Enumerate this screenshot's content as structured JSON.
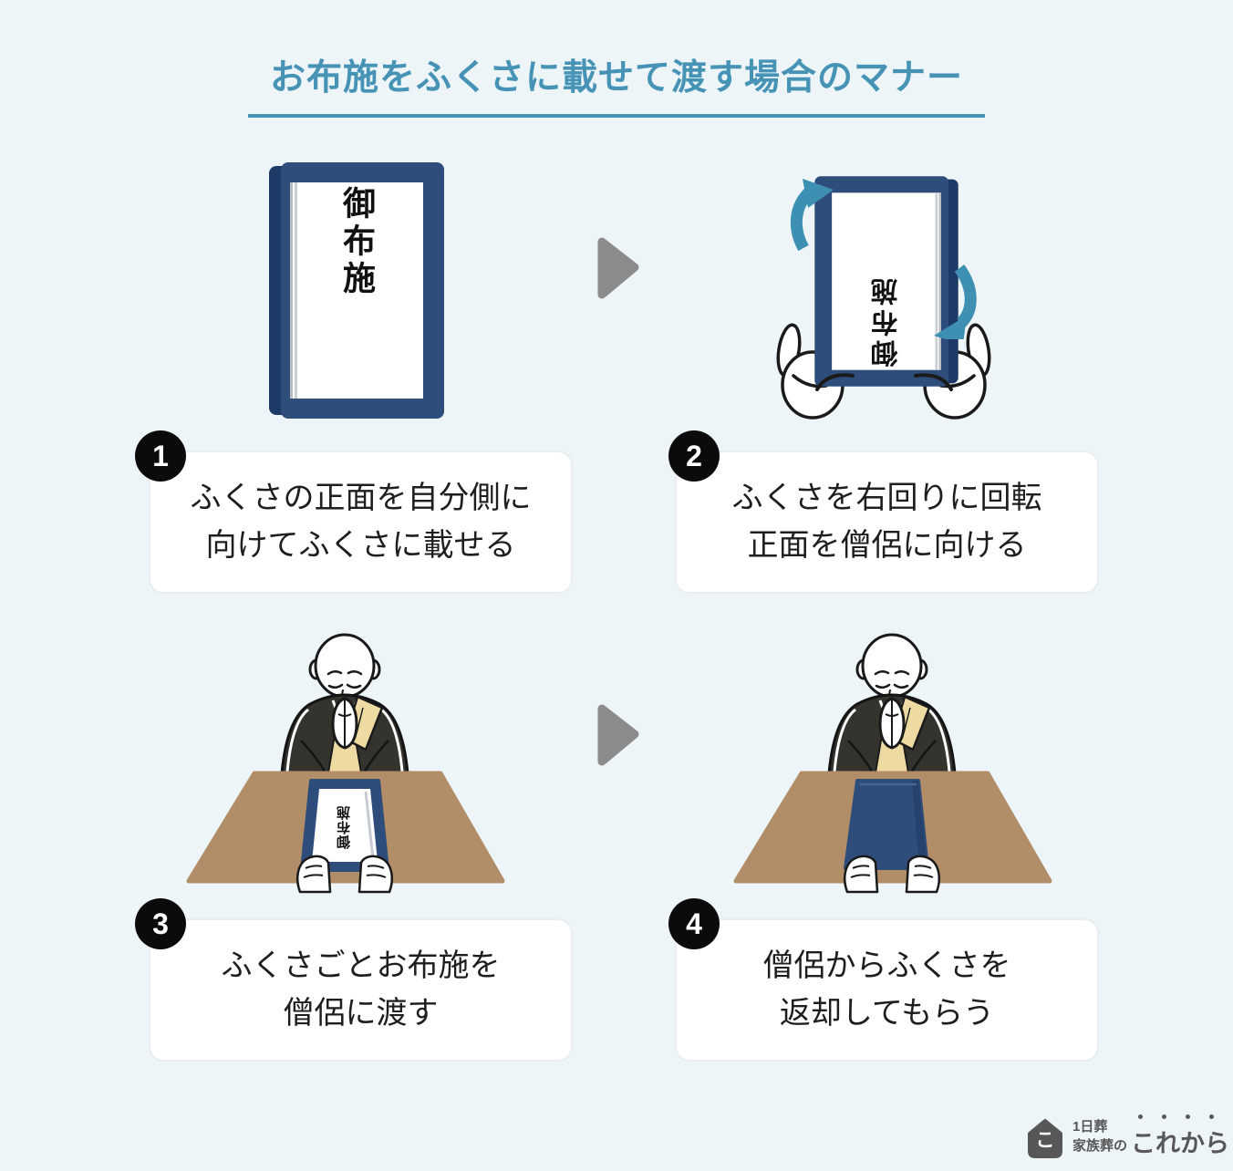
{
  "title": {
    "text": "お布施をふくさに載せて渡す場合のマナー"
  },
  "envelope": {
    "label": "御布施"
  },
  "steps": [
    {
      "num": "1",
      "line1": "ふくさの正面を自分側に",
      "line2": "向けてふくさに載せる"
    },
    {
      "num": "2",
      "line1": "ふくさを右回りに回転",
      "line2": "正面を僧侶に向ける"
    },
    {
      "num": "3",
      "line1": "ふくさごとお布施を",
      "line2": "僧侶に渡す"
    },
    {
      "num": "4",
      "line1": "僧侶からふくさを",
      "line2": "返却してもらう"
    }
  ],
  "logo": {
    "icon_char": "こ",
    "line1": "1日葬",
    "line2": "家族葬の",
    "brand": "これから"
  },
  "colors": {
    "background": "#edf5f9",
    "accent_teal": "#4693b5",
    "navy": "#2e4d7b",
    "navy_dark": "#1d3a66",
    "rotate_arrow_teal": "#3d90b2",
    "table_brown": "#b28e68",
    "sash_tan": "#eedaa3",
    "next_arrow_gray": "#8b8b8b",
    "logo_gray": "#585757"
  }
}
